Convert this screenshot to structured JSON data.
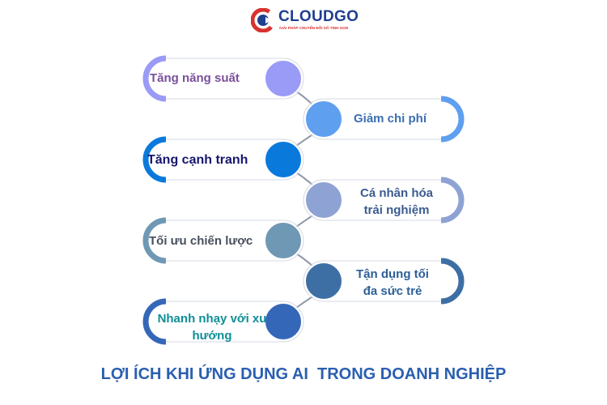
{
  "header": {
    "brand": "CLOUDGO",
    "tagline": "GIẢI PHÁP CHUYỂN ĐỔI SỐ TINH GỌN",
    "logo_icon": "cloudgo-logo-icon"
  },
  "items": [
    {
      "label": "Tăng năng suất",
      "side": "left",
      "accent": "#9a9bf6",
      "text_color": "#7a4f9b"
    },
    {
      "label": "Giảm chi phí",
      "side": "right",
      "accent": "#5f9ff0",
      "text_color": "#3b6fb1"
    },
    {
      "label": "Tăng cạnh tranh",
      "side": "left",
      "accent": "#0a79dc",
      "text_color": "#16166e"
    },
    {
      "label": "Cá nhân hóa trải nghiệm",
      "side": "right",
      "accent": "#8ea2d4",
      "text_color": "#3b5b8f"
    },
    {
      "label": "Tối ưu chiến lược",
      "side": "left",
      "accent": "#6f98b4",
      "text_color": "#474f5e"
    },
    {
      "label": "Tận dụng tối đa sức trẻ",
      "side": "right",
      "accent": "#3d6fa5",
      "text_color": "#2c5f98"
    },
    {
      "label": "Nhanh nhạy với xu hướng",
      "side": "left",
      "accent": "#3567b8",
      "text_color": "#0f8e97"
    }
  ],
  "caption": "LỢI ÍCH KHI ỨNG DỤNG AI  TRONG DOANH NGHIỆP"
}
